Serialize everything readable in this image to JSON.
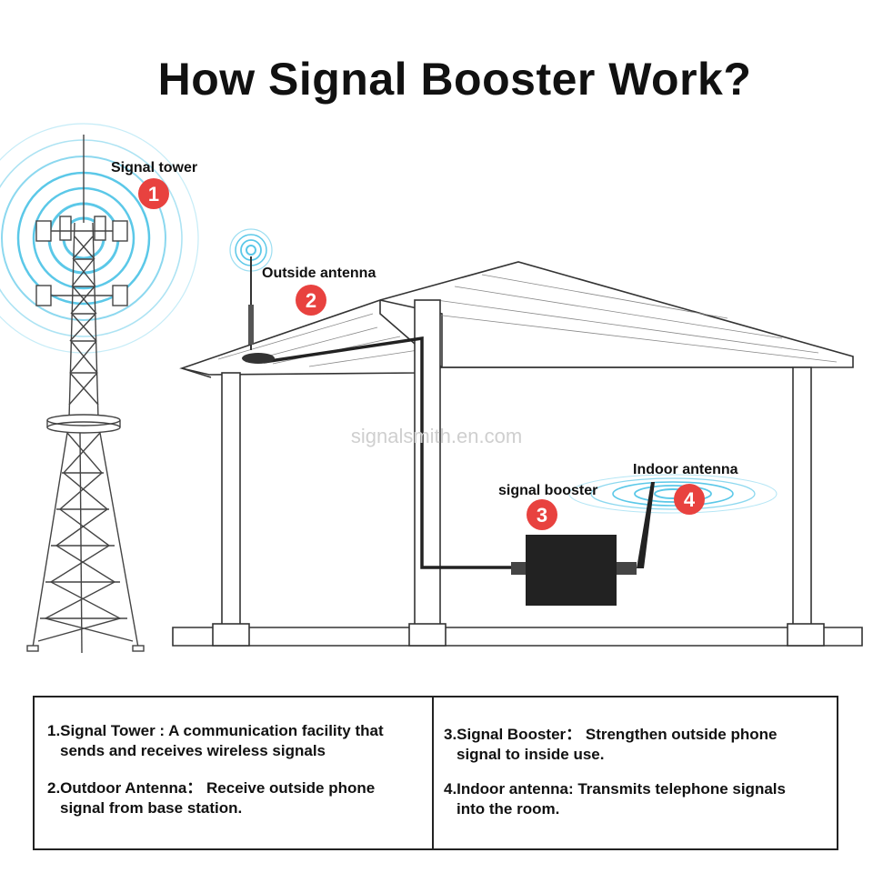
{
  "title": "How Signal Booster Work?",
  "watermark": "signalsmith.en.com",
  "markers": [
    {
      "number": "1",
      "label": "Signal tower"
    },
    {
      "number": "2",
      "label": "Outside antenna"
    },
    {
      "number": "3",
      "label": "signal booster"
    },
    {
      "number": "4",
      "label": "Indoor antenna"
    }
  ],
  "descriptions": [
    {
      "line1": "1.Signal Tower : A communication facility that",
      "line2": "sends and receives wireless signals"
    },
    {
      "line1": "2.Outdoor Antenna： Receive outside phone",
      "line2": "signal from base station."
    },
    {
      "line1": "3.Signal Booster： Strengthen outside phone",
      "line2": "signal to inside use."
    },
    {
      "line1": "4.Indoor antenna: Transmits telephone signals",
      "line2": "into the room."
    }
  ],
  "colors": {
    "marker_fill": "#e8423f",
    "signal_waves": "#5bc8e8",
    "line_art": "#333333",
    "booster_body": "#222222"
  },
  "icons": [
    "signal-tower-icon",
    "outside-antenna-icon",
    "house-icon",
    "signal-booster-icon",
    "indoor-antenna-icon"
  ]
}
